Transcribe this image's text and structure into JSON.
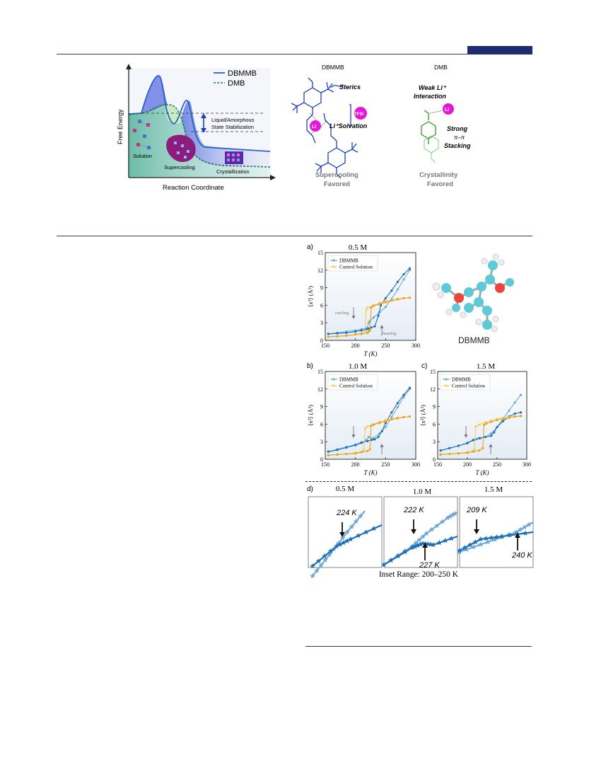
{
  "toc": {
    "energy_diagram": {
      "ylabel": "Free Energy",
      "xlabel": "Reaction Coordinate",
      "legend": [
        "DBMMB",
        "DMB"
      ],
      "annotation": [
        "Liquid/Amorphous",
        "State Stabilization"
      ],
      "labels": {
        "solution": "Solution",
        "supercooling": "Supercooling",
        "crystallization": "Crystallization"
      }
    },
    "dbmmb_structure": {
      "title": "DBMMB",
      "sterics": "Sterics",
      "tfsi": "TFSI",
      "li": "Li",
      "li_solvation": "Li⁺Solvation",
      "caption": [
        "Supercooling",
        "Favored"
      ]
    },
    "dmb_structure": {
      "title": "DMB",
      "weak": [
        "Weak Li⁺",
        "Interaction"
      ],
      "li": "Li",
      "strong": "Strong",
      "pipi": "π–π",
      "stacking": "Stacking",
      "caption": [
        "Crystallinity",
        "Favored"
      ]
    }
  },
  "figure": {
    "panel_a": {
      "tag": "a)",
      "title": "0.5 M",
      "cooling": "cooling",
      "heating": "heating"
    },
    "panel_b": {
      "tag": "b)",
      "title": "1.0 M"
    },
    "panel_c": {
      "tag": "c)",
      "title": "1.5 M"
    },
    "molecule_label": "DBMMB",
    "legend": [
      "DBMMB",
      "Control Solution"
    ],
    "ylabel": "⟨x²⟩ (Å²)",
    "xlabel": "T (K)",
    "xticks": [
      "150",
      "200",
      "250",
      "300"
    ],
    "yticks": [
      "0",
      "3",
      "6",
      "9",
      "12",
      "15"
    ],
    "panel_d": {
      "tag": "d)",
      "insets": [
        {
          "title": "0.5 M",
          "labels": [
            "224 K"
          ]
        },
        {
          "title": "1.0 M",
          "labels": [
            "222 K",
            "227 K"
          ]
        },
        {
          "title": "1.5 M",
          "labels": [
            "209 K",
            "240 K"
          ]
        }
      ],
      "caption": "Inset Range: 200–250 K"
    },
    "colors": {
      "dbmmb_dark": "#1f6fb4",
      "dbmmb_light": "#6ea8d8",
      "control_dark": "#e6a417",
      "control_light": "#f6cb5d"
    }
  },
  "chart_data": [
    {
      "type": "line",
      "title": "0.5 M",
      "xlabel": "T (K)",
      "ylabel": "⟨x²⟩ (Å²)",
      "xlim": [
        150,
        300
      ],
      "ylim": [
        0,
        15
      ],
      "series": [
        {
          "name": "DBMMB",
          "x": [
            155,
            170,
            185,
            200,
            210,
            220,
            222,
            224,
            230,
            240,
            250,
            260,
            270,
            280,
            290
          ],
          "y": [
            1.1,
            1.3,
            1.5,
            1.7,
            1.9,
            2.2,
            3.0,
            3.3,
            3.9,
            4.8,
            5.7,
            7.1,
            8.7,
            10.4,
            12.0
          ]
        },
        {
          "name": "DBMMB",
          "x": [
            155,
            170,
            185,
            200,
            210,
            218,
            222,
            226,
            232,
            238,
            242,
            250,
            260,
            270,
            280,
            290
          ],
          "y": [
            1.1,
            1.2,
            1.3,
            1.5,
            1.7,
            1.9,
            2.0,
            2.2,
            2.4,
            4.2,
            6.0,
            7.2,
            8.5,
            10.0,
            11.3,
            12.3
          ]
        },
        {
          "name": "Control Solution",
          "x": [
            155,
            170,
            185,
            200,
            210,
            216,
            218,
            220,
            230,
            240,
            250,
            260,
            270,
            280,
            290
          ],
          "y": [
            0.6,
            0.7,
            0.8,
            1.0,
            1.2,
            1.6,
            5.2,
            5.6,
            6.0,
            6.4,
            6.7,
            6.9,
            7.1,
            7.2,
            7.3
          ]
        },
        {
          "name": "Control Solution",
          "x": [
            155,
            170,
            185,
            200,
            210,
            220,
            222,
            224,
            226,
            230,
            240,
            250,
            260,
            270,
            280,
            290
          ],
          "y": [
            0.6,
            0.7,
            0.8,
            1.0,
            1.1,
            1.3,
            1.5,
            1.7,
            5.6,
            5.9,
            6.2,
            6.5,
            6.8,
            7.0,
            7.2,
            7.3
          ]
        }
      ]
    },
    {
      "type": "line",
      "title": "1.0 M",
      "xlabel": "T (K)",
      "ylabel": "⟨x²⟩ (Å²)",
      "xlim": [
        150,
        300
      ],
      "ylim": [
        0,
        15
      ],
      "series": [
        {
          "name": "DBMMB",
          "x": [
            155,
            170,
            185,
            200,
            210,
            218,
            222,
            226,
            230,
            240,
            250,
            260,
            270,
            280,
            290
          ],
          "y": [
            1.3,
            1.7,
            2.1,
            2.5,
            2.9,
            3.3,
            3.8,
            3.5,
            3.6,
            4.4,
            5.5,
            7.2,
            8.9,
            10.6,
            12.0
          ]
        },
        {
          "name": "DBMMB",
          "x": [
            155,
            170,
            185,
            200,
            210,
            220,
            227,
            232,
            238,
            244,
            250,
            260,
            270,
            280,
            290
          ],
          "y": [
            1.3,
            1.6,
            2.0,
            2.4,
            2.8,
            3.1,
            3.3,
            3.4,
            3.8,
            4.8,
            6.2,
            8.0,
            9.6,
            11.0,
            12.2
          ]
        },
        {
          "name": "Control Solution",
          "x": [
            155,
            170,
            185,
            200,
            210,
            214,
            216,
            220,
            230,
            240,
            250,
            260,
            270,
            280,
            290
          ],
          "y": [
            0.7,
            0.8,
            0.9,
            1.1,
            1.3,
            1.6,
            5.3,
            5.6,
            6.0,
            6.4,
            6.7,
            6.9,
            7.1,
            7.2,
            7.3
          ]
        },
        {
          "name": "Control Solution",
          "x": [
            155,
            170,
            185,
            200,
            210,
            220,
            224,
            226,
            230,
            240,
            250,
            260,
            270,
            280,
            290
          ],
          "y": [
            0.7,
            0.8,
            0.9,
            1.0,
            1.2,
            1.4,
            1.7,
            5.7,
            5.9,
            6.2,
            6.5,
            6.8,
            7.0,
            7.2,
            7.3
          ]
        }
      ]
    },
    {
      "type": "line",
      "title": "1.5 M",
      "xlabel": "T (K)",
      "ylabel": "⟨x²⟩ (Å²)",
      "xlim": [
        150,
        300
      ],
      "ylim": [
        0,
        15
      ],
      "series": [
        {
          "name": "DBMMB",
          "x": [
            155,
            170,
            185,
            200,
            209,
            215,
            222,
            230,
            240,
            250,
            260,
            270,
            280,
            290
          ],
          "y": [
            1.5,
            1.9,
            2.3,
            2.7,
            3.2,
            3.4,
            3.6,
            3.8,
            4.4,
            5.5,
            6.9,
            8.3,
            9.7,
            11.0
          ]
        },
        {
          "name": "DBMMB",
          "x": [
            155,
            170,
            185,
            200,
            210,
            220,
            230,
            240,
            245,
            250,
            260,
            270,
            280,
            290
          ],
          "y": [
            1.5,
            1.9,
            2.3,
            2.8,
            3.3,
            3.6,
            3.8,
            4.0,
            4.6,
            5.5,
            6.5,
            7.3,
            7.8,
            8.0
          ]
        },
        {
          "name": "Control Solution",
          "x": [
            155,
            170,
            185,
            200,
            210,
            212,
            214,
            220,
            230,
            240,
            250,
            260,
            270,
            280,
            290
          ],
          "y": [
            0.8,
            0.9,
            1.0,
            1.2,
            1.4,
            1.7,
            5.6,
            5.9,
            6.3,
            6.6,
            6.9,
            7.1,
            7.2,
            7.3,
            7.4
          ]
        },
        {
          "name": "Control Solution",
          "x": [
            155,
            170,
            185,
            200,
            210,
            220,
            226,
            228,
            232,
            240,
            250,
            260,
            270,
            280,
            290
          ],
          "y": [
            0.8,
            0.9,
            1.0,
            1.1,
            1.3,
            1.5,
            1.9,
            5.9,
            6.1,
            6.4,
            6.7,
            6.9,
            7.1,
            7.3,
            7.4
          ]
        }
      ]
    }
  ]
}
